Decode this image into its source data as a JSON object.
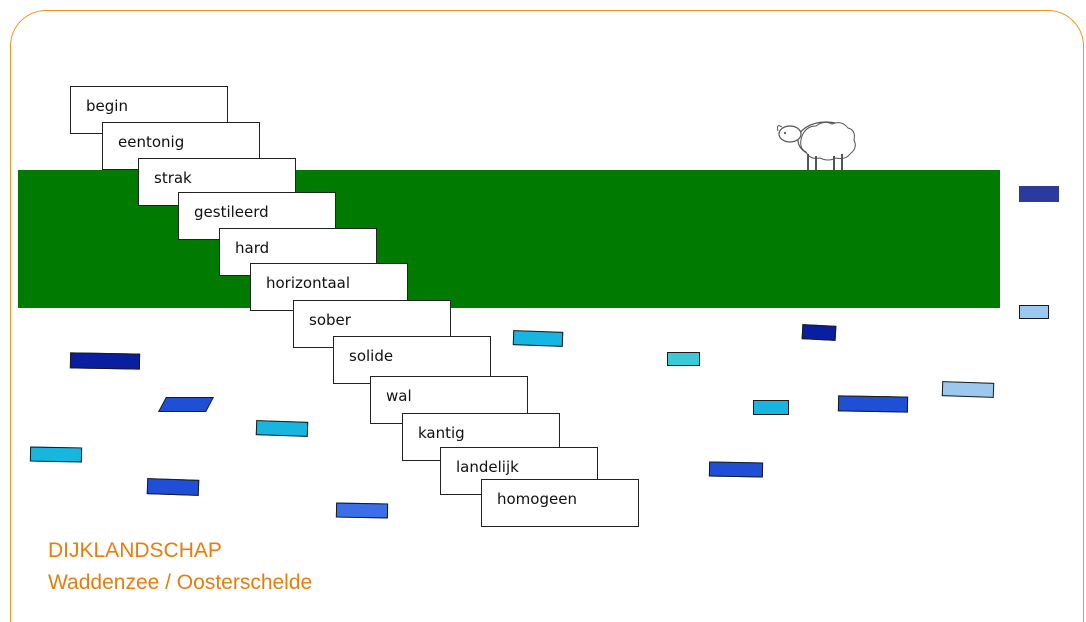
{
  "words": [
    "begin",
    "eentonig",
    "strak",
    "gestileerd",
    "hard",
    "horizontaal",
    "sober",
    "solide",
    "wal",
    "kantig",
    "landelijk",
    "homogeen"
  ],
  "caption": {
    "title": "DIJKLANDSCHAP",
    "subtitle": "Waddenzee / Oosterschelde"
  },
  "colors": {
    "frame": "#f0961e",
    "dike": "#007a00",
    "caption": "#e87d0d",
    "water_blocks": [
      "#0a1fa0",
      "#1e4fd6",
      "#3a6fe8",
      "#17b6e0",
      "#3cc8d6",
      "#9cc8f0",
      "#2b3a9c"
    ]
  },
  "icons": [
    "sheep-icon"
  ]
}
